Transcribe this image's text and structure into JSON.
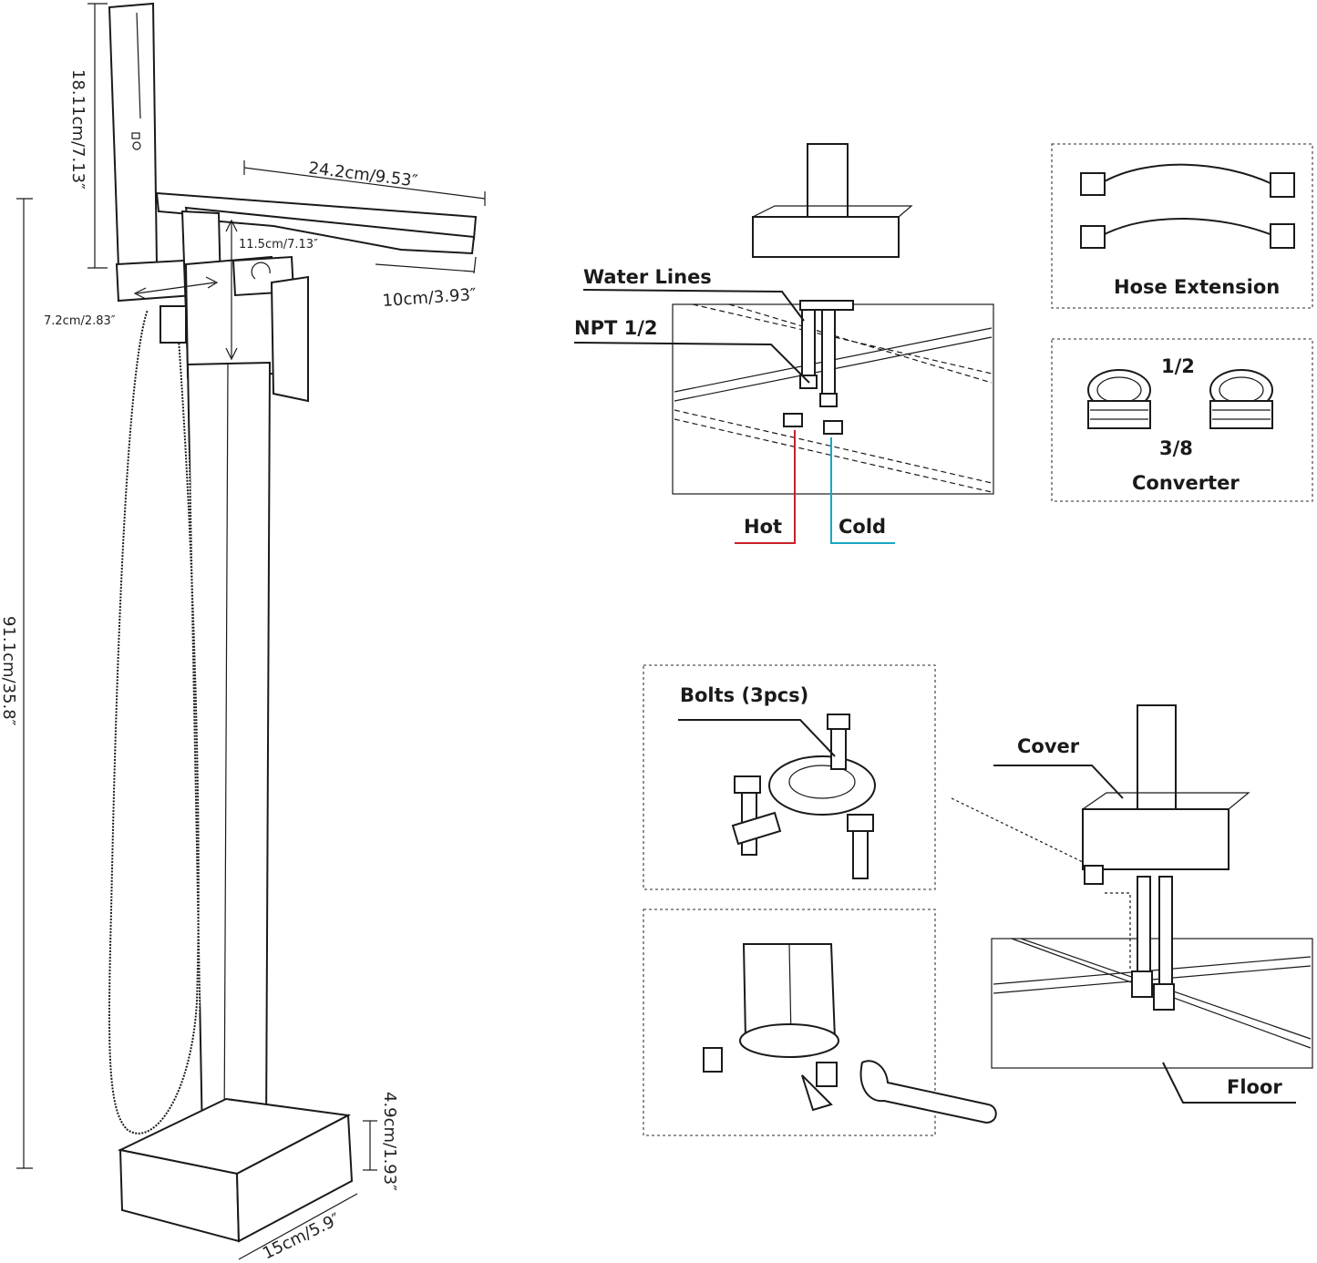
{
  "dimensions": {
    "handshower_height": "18.11cm/7.13″",
    "spout_length": "24.2cm/9.53″",
    "spout_drop": "11.5cm/7.13″",
    "spout_width": "10cm/3.93″",
    "holder_width": "7.2cm/2.83″",
    "total_height": "91.1cm/35.8″",
    "base_height": "4.9cm/1.93″",
    "base_width": "15cm/5.9″"
  },
  "connection": {
    "water_lines": "Water Lines",
    "npt": "NPT 1/2",
    "hot": "Hot",
    "cold": "Cold",
    "hot_color": "#c8202a",
    "cold_color": "#17a6c4"
  },
  "accessories": {
    "hose_extension": "Hose Extension",
    "size_half": "1/2",
    "size_three_eighths": "3/8",
    "converter": "Converter"
  },
  "installation": {
    "bolts": "Bolts (3pcs)",
    "cover": "Cover",
    "floor": "Floor"
  }
}
